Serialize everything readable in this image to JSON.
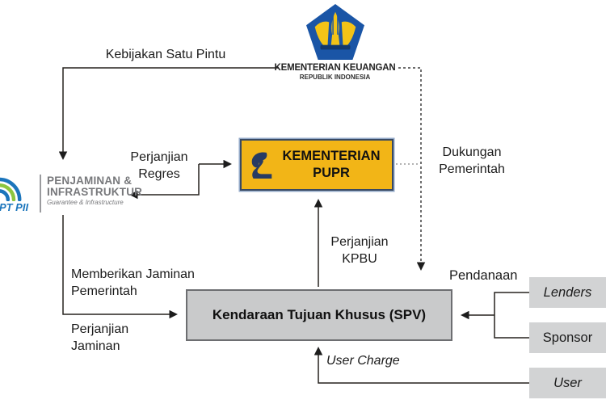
{
  "colors": {
    "pupr_box_fill": "#F2B517",
    "pupr_box_border": "#394962",
    "pupr_logo_navy": "#273B63",
    "kemenkeu_blue": "#1A55A6",
    "kemenkeu_gold": "#F3C317",
    "spv_fill": "#C9CACB",
    "spv_border": "#6D6E71",
    "side_box_fill": "#D2D3D4",
    "pii_blue": "#1B75BC",
    "pii_green": "#8DC63F",
    "pii_gray": "#77787B",
    "line_black": "#26221F"
  },
  "kemenkeu": {
    "title": "KEMENTERIAN KEUANGAN",
    "subtitle": "REPUBLIK INDONESIA"
  },
  "pupr": {
    "label": "KEMENTERIAN\nPUPR"
  },
  "ptpii": {
    "abbr": "PT PII",
    "name": "PENJAMINAN &\nINFRASTRUKTUR",
    "tagline": "Guarantee & Infrastructure"
  },
  "spv": {
    "label": "Kendaraan Tujuan Khusus (SPV)"
  },
  "parties": {
    "lenders": "Lenders",
    "sponsor": "Sponsor",
    "user": "User"
  },
  "labels": {
    "kebijakan_satu_pintu": "Kebijakan Satu Pintu",
    "perjanjian_regres": "Perjanjian\nRegres",
    "dukungan_pemerintah": "Dukungan\nPemerintah",
    "perjanjian_kpbu": "Perjanjian\nKPBU",
    "memberikan_jaminan_pemerintah": "Memberikan Jaminan\nPemerintah",
    "perjanjian_jaminan": "Perjanjian\nJaminan",
    "pendanaan": "Pendanaan",
    "user_charge": "User Charge"
  }
}
